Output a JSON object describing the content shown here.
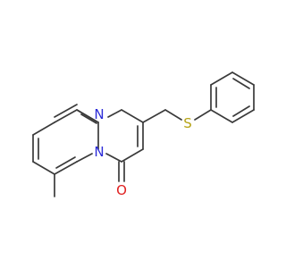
{
  "molecule": {
    "atoms": {
      "n_imine": {
        "symbol": "N",
        "color": "#2b2bd8"
      },
      "n_bridge": {
        "symbol": "N",
        "color": "#2b2bd8"
      },
      "s_thioether": {
        "symbol": "S",
        "color": "#b5a314"
      },
      "o_carbonyl": {
        "symbol": "O",
        "color": "#e02020"
      }
    },
    "bond_color": "#3a3a3a"
  }
}
